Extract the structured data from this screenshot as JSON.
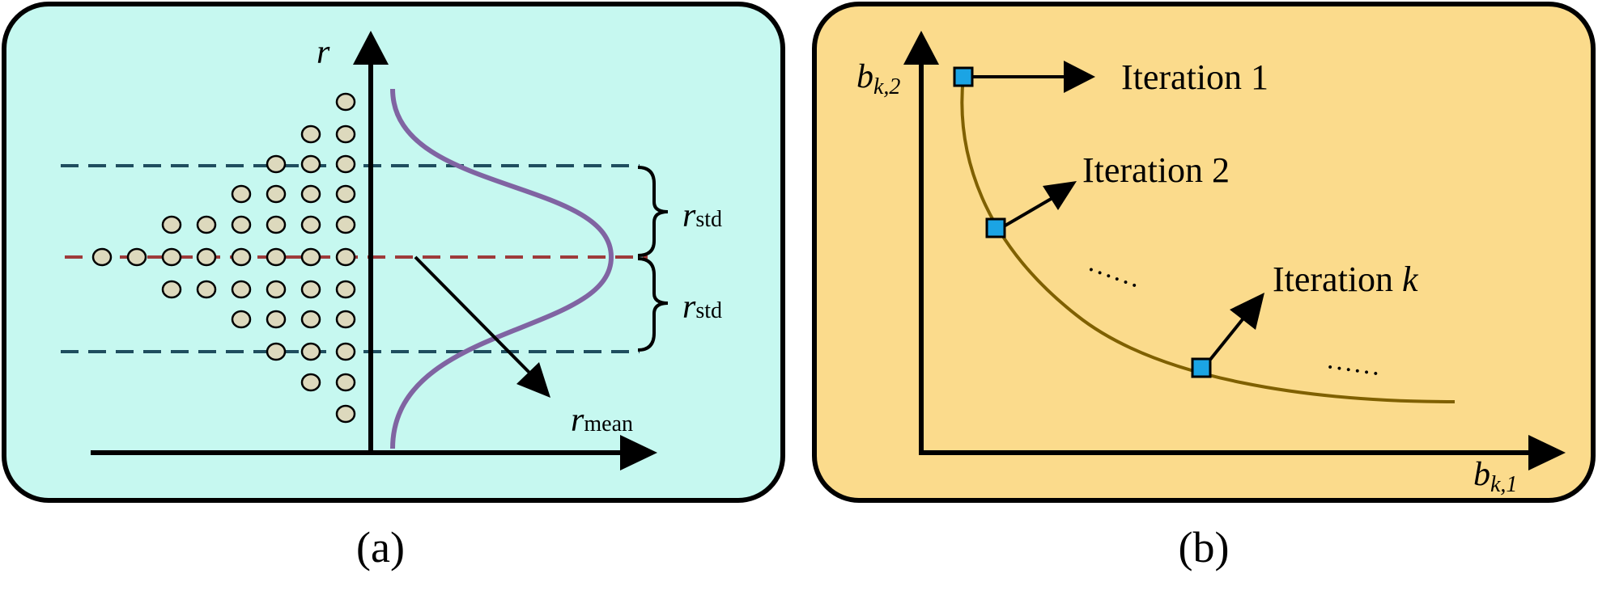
{
  "panel_a": {
    "bg_color": "#c6f8f0",
    "caption": "(a)",
    "y_axis_label": "r",
    "x_axis_label_main": "r",
    "x_axis_label_sub": "mean",
    "std_label_main": "r",
    "std_label_sub": "std",
    "curve_color": "#8064a2",
    "mean_line_color": "#9e3b3b",
    "std_line_color": "#1f4e5f",
    "dot_color": "#ddd9bd"
  },
  "panel_b": {
    "bg_color": "#fbdb8c",
    "caption": "(b)",
    "y_axis_label_main": "b",
    "y_axis_label_sub": "k,2",
    "x_axis_label_main": "b",
    "x_axis_label_sub": "k,1",
    "iteration_1": "Iteration 1",
    "iteration_2": "Iteration 2",
    "iteration_k_prefix": "Iteration ",
    "iteration_k_var": "k",
    "ellipsis_1": "……",
    "ellipsis_2": "……",
    "curve_color": "#7f6000",
    "marker_color": "#1ba4e4"
  }
}
